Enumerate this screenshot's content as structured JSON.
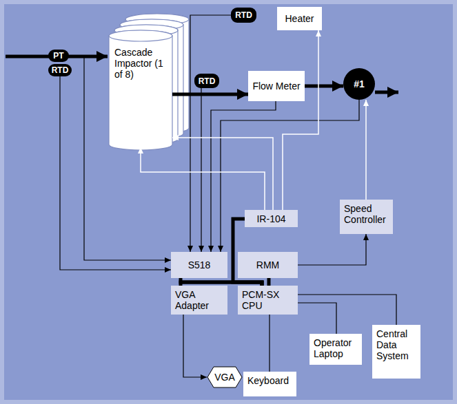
{
  "diagram": {
    "nodes": [
      {
        "text": [
          "Cascade Impactor (1 of 8)"
        ]
      },
      {
        "text": [
          "RTD"
        ]
      },
      {
        "text": [
          "Heater"
        ]
      },
      {
        "text": [
          "PT"
        ]
      },
      {
        "text": [
          "RTD"
        ]
      },
      {
        "text": [
          "Flow Meter"
        ]
      },
      {
        "text": [
          "#1"
        ]
      },
      {
        "text": [
          "RTD"
        ]
      },
      {
        "text": [
          "IR-104"
        ]
      },
      {
        "text": [
          "Speed Controller"
        ]
      },
      {
        "text": [
          "S518"
        ]
      },
      {
        "text": [
          "RMM"
        ]
      },
      {
        "text": [
          "VGA Adapter"
        ]
      },
      {
        "text": [
          "PCM-SX CPU"
        ]
      },
      {
        "text": [
          "VGA"
        ]
      },
      {
        "text": [
          "Keyboard"
        ]
      },
      {
        "text": [
          "Operator Laptop"
        ]
      },
      {
        "text": [
          "Central Data System"
        ]
      }
    ],
    "edges": [
      {
        "from": 0,
        "to": 5,
        "arrow": "to"
      },
      {
        "from": 5,
        "to": 6,
        "arrow": "to"
      },
      {
        "from": 3,
        "to": 10,
        "arrow": "to"
      },
      {
        "from": 7,
        "to": 10,
        "arrow": "to"
      },
      {
        "from": 1,
        "to": 10,
        "arrow": "to"
      },
      {
        "from": 4,
        "to": 10,
        "arrow": "to"
      },
      {
        "from": 5,
        "to": 10,
        "arrow": "to"
      },
      {
        "from": 6,
        "to": 10,
        "arrow": "to"
      },
      {
        "from": 8,
        "to": 2,
        "arrow": "to"
      },
      {
        "from": 8,
        "to": 0,
        "arrow": "to"
      },
      {
        "from": 8,
        "to": 0,
        "arrow": "to"
      },
      {
        "from": 11,
        "to": 9,
        "arrow": "to"
      },
      {
        "from": 9,
        "to": 6,
        "arrow": "to"
      },
      {
        "from": 12,
        "to": 14,
        "arrow": "to"
      },
      {
        "from": 13,
        "to": 15,
        "arrow": "none"
      },
      {
        "from": 13,
        "to": 16,
        "arrow": "none"
      },
      {
        "from": 13,
        "to": 17,
        "arrow": "none"
      },
      {
        "from": 10,
        "to": 13,
        "arrow": "none"
      },
      {
        "from": 12,
        "to": 13,
        "arrow": "none"
      },
      {
        "from": 11,
        "to": 13,
        "arrow": "none"
      },
      {
        "from": 8,
        "to": 13,
        "arrow": "none"
      }
    ]
  }
}
